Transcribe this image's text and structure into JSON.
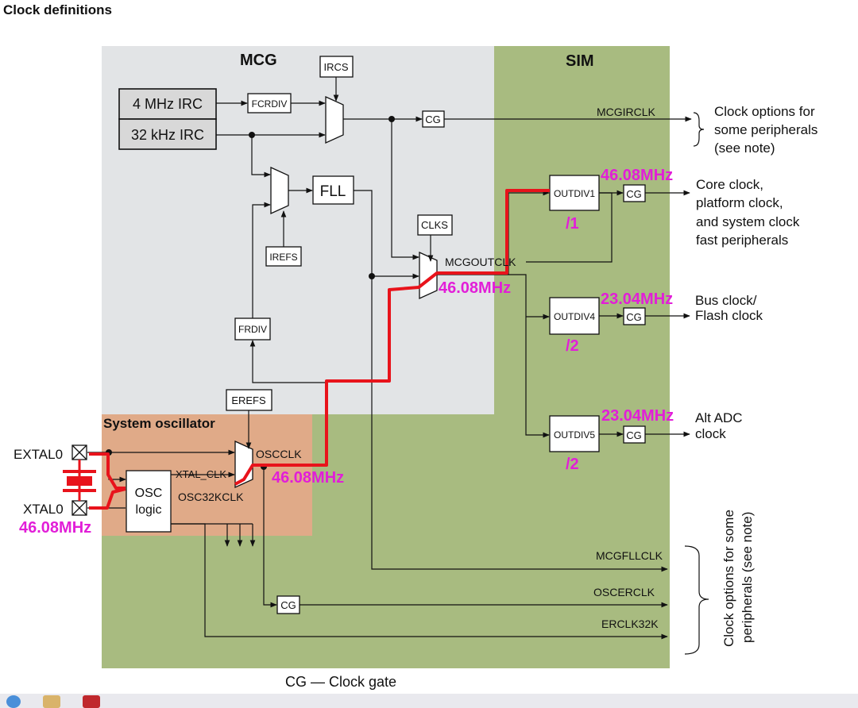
{
  "title": "Clock definitions",
  "regions": {
    "mcg": "MCG",
    "sim": "SIM",
    "sysosc": "System oscillator"
  },
  "sources": {
    "irc4": "4 MHz IRC",
    "irc32": "32 kHz IRC",
    "fll": "FLL",
    "osc_logic_1": "OSC",
    "osc_logic_2": "logic"
  },
  "small_boxes": {
    "ircs": "IRCS",
    "fcrdiv": "FCRDIV",
    "irefs": "IREFS",
    "clks": "CLKS",
    "frdiv": "FRDIV",
    "erefs": "EREFS",
    "cg": "CG",
    "outdiv1": "OUTDIV1",
    "outdiv4": "OUTDIV4",
    "outdiv5": "OUTDIV5"
  },
  "signals": {
    "mcgirclk": "MCGIRCLK",
    "mcgoutclk": "MCGOUTCLK",
    "oscclk": "OSCCLK",
    "xtal_clk": "XTAL_CLK",
    "osc32kclk": "OSC32KCLK",
    "mcgfllclk": "MCGFLLCLK",
    "oscerclk": "OSCERCLK",
    "erclk32k": "ERCLK32K"
  },
  "pins": {
    "extal": "EXTAL0",
    "xtal": "XTAL0"
  },
  "outputs": {
    "irc_opts": [
      "Clock options for",
      "some peripherals",
      "(see note)"
    ],
    "core": [
      "Core clock,",
      "platform clock,",
      "and system clock",
      "fast peripherals"
    ],
    "bus": [
      "Bus clock/",
      "Flash clock"
    ],
    "adc": [
      "Alt ADC",
      "clock"
    ],
    "vert": [
      "Clock options for some",
      "peripherals (see note)"
    ]
  },
  "annotations": {
    "f_xtal": "46.08MHz",
    "f_osc": "46.08MHz",
    "f_mcgout": "46.08MHz",
    "f_core": "46.08MHz",
    "f_bus": "23.04MHz",
    "f_adc": "23.04MHz",
    "div1": "/1",
    "div4": "/2",
    "div5": "/2"
  },
  "caption": "CG — Clock gate",
  "colors": {
    "mcg_bg": "#e2e4e6",
    "sim_bg": "#a8bb80",
    "sysosc_bg": "#e0aa88",
    "highlight": "#e8131b",
    "annotation": "#e21ed8"
  }
}
